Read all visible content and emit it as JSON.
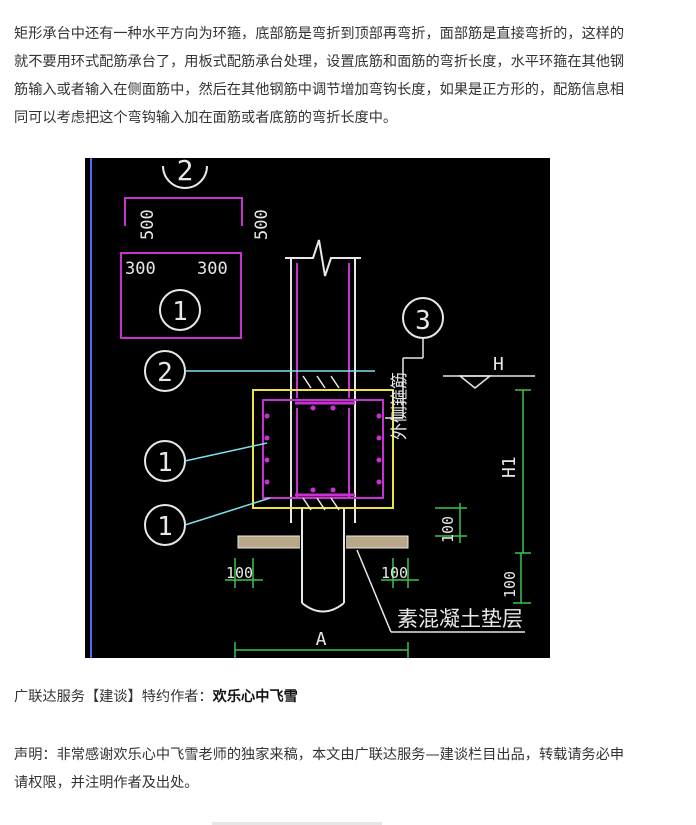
{
  "article": {
    "intro_paragraph": "矩形承台中还有一种水平方向为环箍，底部筋是弯折到顶部再弯折，面部筋是直接弯折的，这样的就不要用环式配筋承台了，用板式配筋承台处理，设置底筋和面筋的弯折长度，水平环箍在其他钢筋输入或者输入在侧面筋中，然后在其他钢筋中调节增加弯钩长度，如果是正方形的，配筋信息相同可以考虑把这个弯钩输入加在面筋或者底筋的弯折长度中。",
    "credit_prefix": "广联达服务【建谈】特约作者：",
    "credit_author": "欢乐心中飞雪",
    "statement": "声明：非常感谢欢乐心中飞雪老师的独家来稿，本文由广联达服务—建谈栏目出品，转载请务必申请权限，并注明作者及出处。"
  },
  "figure": {
    "label_2_top": "2",
    "dim_500_left": "500",
    "dim_500_right": "500",
    "dim_300_left": "300",
    "dim_300_right": "300",
    "label_1_box": "1",
    "label_3": "3",
    "text_outer_hoop": "外侧箍筋",
    "label_H": "H",
    "label_2_mid": "2",
    "label_H1": "H1",
    "label_1_mid": "1",
    "label_1_low": "1",
    "dim_100_right_mid": "100",
    "dim_100_left": "100",
    "dim_100_center": "100",
    "dim_100_right_low": "100",
    "label_A": "A",
    "text_plain_concrete": "素混凝土垫层",
    "colors": {
      "background": "#000000",
      "white_lines": "#e8e8e8",
      "magenta_rebar": "#c832d2",
      "yellow_outline": "#f0e23c",
      "green_dims": "#3fc24a",
      "cyan_leaders": "#7fe3ee",
      "blue_callout": "#4a6cff"
    }
  }
}
